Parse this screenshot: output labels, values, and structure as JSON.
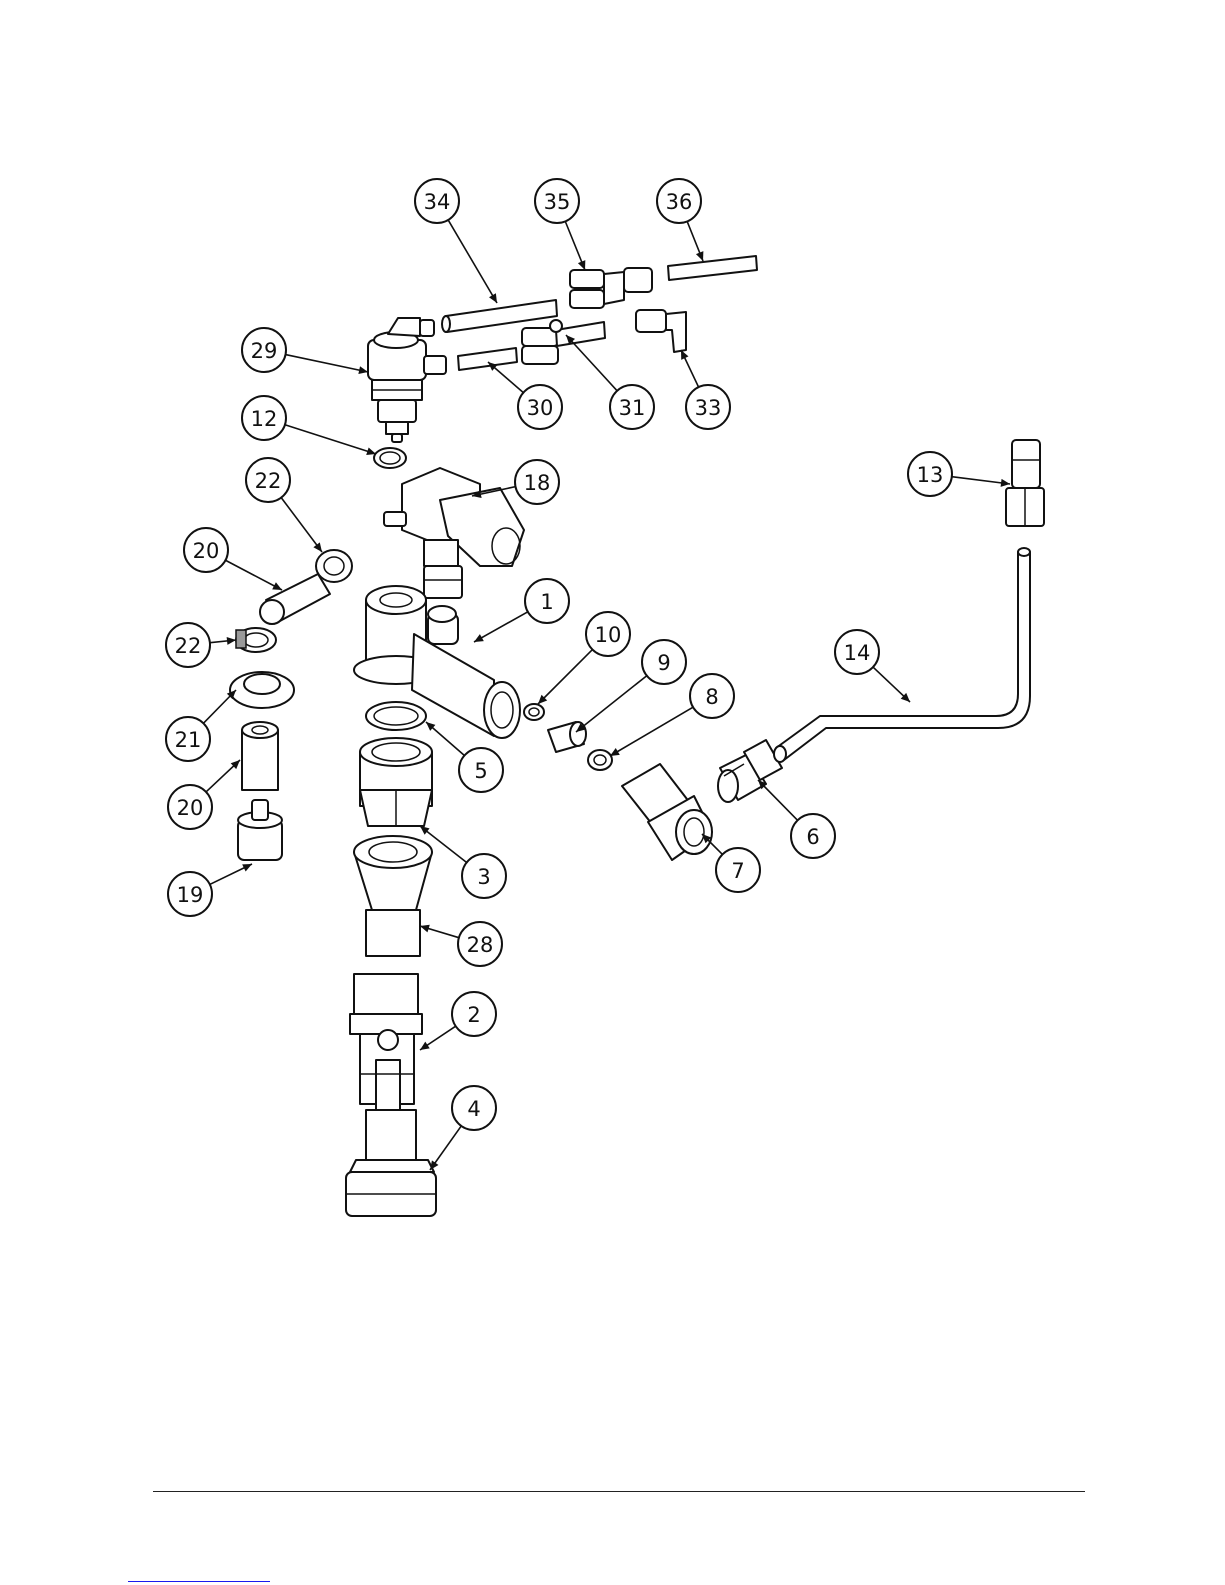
{
  "callouts": [
    {
      "label": "34"
    },
    {
      "label": "35"
    },
    {
      "label": "36"
    },
    {
      "label": "29"
    },
    {
      "label": "30"
    },
    {
      "label": "31"
    },
    {
      "label": "33"
    },
    {
      "label": "12"
    },
    {
      "label": "18"
    },
    {
      "label": "13"
    },
    {
      "label": "22"
    },
    {
      "label": "20"
    },
    {
      "label": "22"
    },
    {
      "label": "1"
    },
    {
      "label": "10"
    },
    {
      "label": "9"
    },
    {
      "label": "8"
    },
    {
      "label": "14"
    },
    {
      "label": "21"
    },
    {
      "label": "5"
    },
    {
      "label": "20"
    },
    {
      "label": "6"
    },
    {
      "label": "7"
    },
    {
      "label": "3"
    },
    {
      "label": "19"
    },
    {
      "label": "28"
    },
    {
      "label": "2"
    },
    {
      "label": "4"
    }
  ]
}
